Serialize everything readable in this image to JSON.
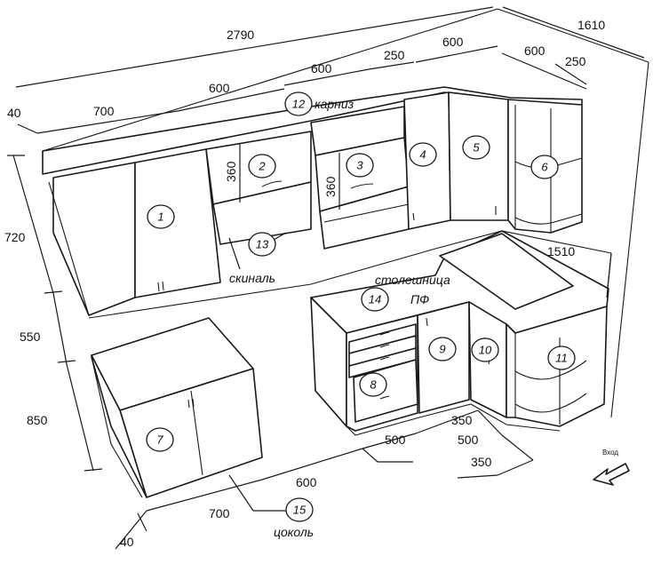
{
  "dimensions": {
    "d2790": "2790",
    "d1610": "1610",
    "d600_top": "600",
    "d250_top": "250",
    "d600_top2": "600",
    "d250_right": "250",
    "d40_top": "40",
    "d700_top": "700",
    "d600_upper": "600",
    "d600_upper2": "600",
    "d720": "720",
    "d550": "550",
    "d850": "850",
    "d360_a": "360",
    "d360_b": "360",
    "d1510": "1510",
    "d350_a": "350",
    "d500_a": "500",
    "d500_b": "500",
    "d350_b": "350",
    "d600_bottom": "600",
    "d700_bottom": "700",
    "d40_bottom": "40"
  },
  "labels": {
    "karniz": "карниз",
    "skinal": "скиналь",
    "stoleshnitsa": "столешница",
    "pf": "ПФ",
    "tsokol": "цоколь",
    "vkhod": "Вход"
  },
  "numbers": [
    "1",
    "2",
    "3",
    "4",
    "5",
    "6",
    "7",
    "8",
    "9",
    "10",
    "11",
    "12",
    "13",
    "14",
    "15"
  ]
}
